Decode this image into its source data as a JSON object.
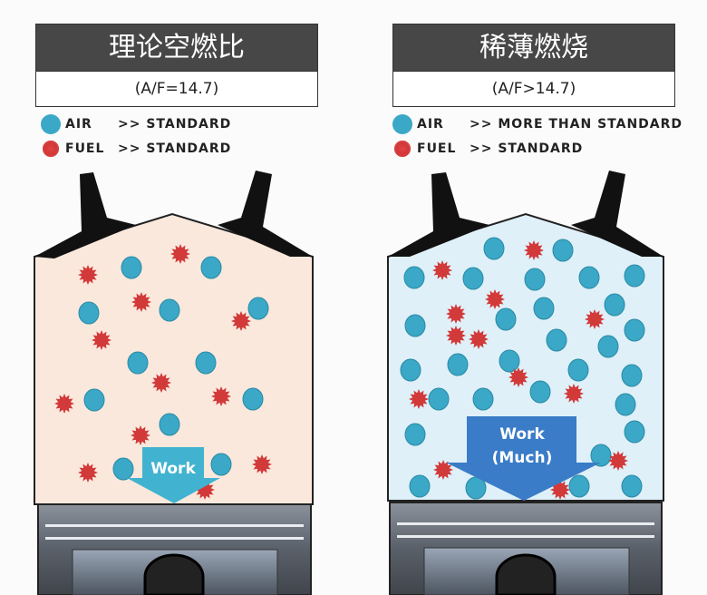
{
  "left": {
    "title": "理论空燃比",
    "ratio": "(A/F=14.7)",
    "air_label": "AIR",
    "air_value": ">> STANDARD",
    "fuel_label": "FUEL",
    "fuel_value": ">> STANDARD",
    "arrow_label": "Work",
    "chamber_color": "#fae8dc",
    "arrow_color": "#41b3d0"
  },
  "right": {
    "title": "稀薄燃烧",
    "ratio": "(A/F>14.7)",
    "air_label": "AIR",
    "air_value": ">> MORE THAN STANDARD",
    "fuel_label": "FUEL",
    "fuel_value": ">> STANDARD",
    "arrow_label_1": "Work",
    "arrow_label_2": "(Much)",
    "chamber_color": "#dff0f8",
    "arrow_color": "#3a7cc7"
  },
  "colors": {
    "air": "#3aa8c6",
    "fuel": "#d23a3a"
  }
}
